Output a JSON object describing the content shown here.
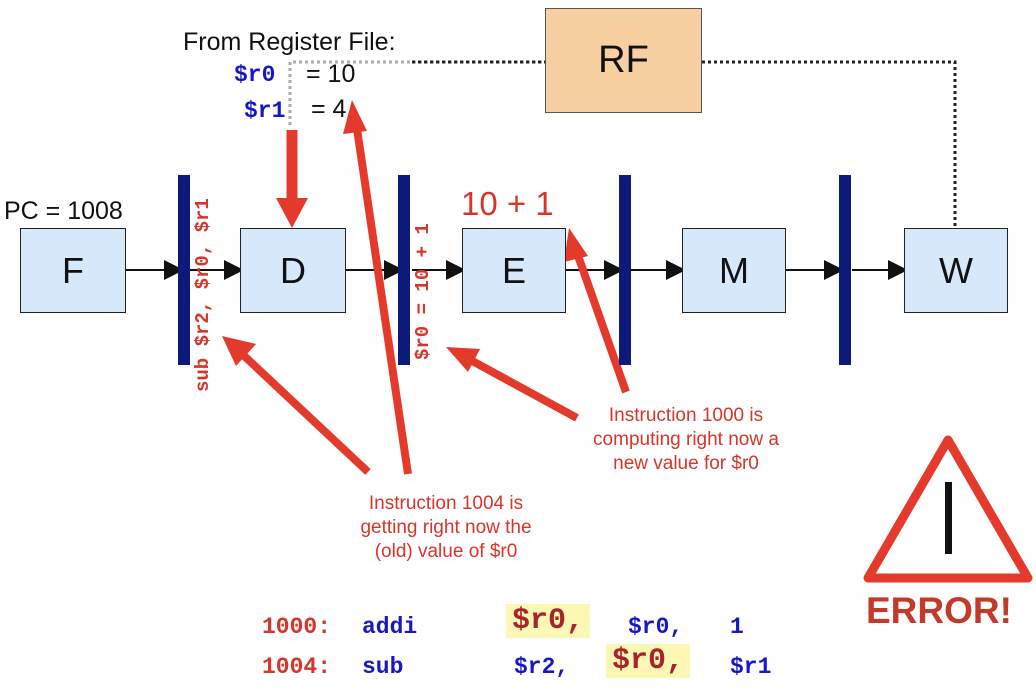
{
  "register_file": {
    "title": "From Register File:",
    "rows": [
      {
        "reg": "$r0",
        "eq": "= 10"
      },
      {
        "reg": "$r1",
        "eq": "= 4"
      }
    ],
    "block": "RF"
  },
  "pipeline": {
    "pc_label": "PC = 1008",
    "stages": {
      "f": "F",
      "d": "D",
      "e": "E",
      "m": "M",
      "w": "W"
    },
    "fd_latch": "sub $r2, $r0, $r1",
    "de_latch": "$r0 = 10 + 1",
    "exec_value": "10 + 1"
  },
  "notes": {
    "instr_1000": [
      "Instruction 1000 is",
      "computing right now a",
      "new value for $r0"
    ],
    "instr_1004": [
      "Instruction 1004 is",
      "getting right now the",
      "(old) value of $r0"
    ]
  },
  "error_label": "ERROR!",
  "code": [
    {
      "addr": "1000:",
      "op": "addi",
      "arg1": "$r0,",
      "arg2": "$r0,",
      "arg3": "1"
    },
    {
      "addr": "1004:",
      "op": "sub",
      "arg1": "$r2,",
      "arg2": "$r0,",
      "arg3": "$r1"
    }
  ],
  "colors": {
    "stage_fill": "#d6e9fb",
    "latch": "#0d1a7a",
    "rf_fill": "#f7cfa1",
    "accent_red": "#d8342a",
    "highlight": "#fdf7b6",
    "reg_blue": "#1717c8"
  }
}
